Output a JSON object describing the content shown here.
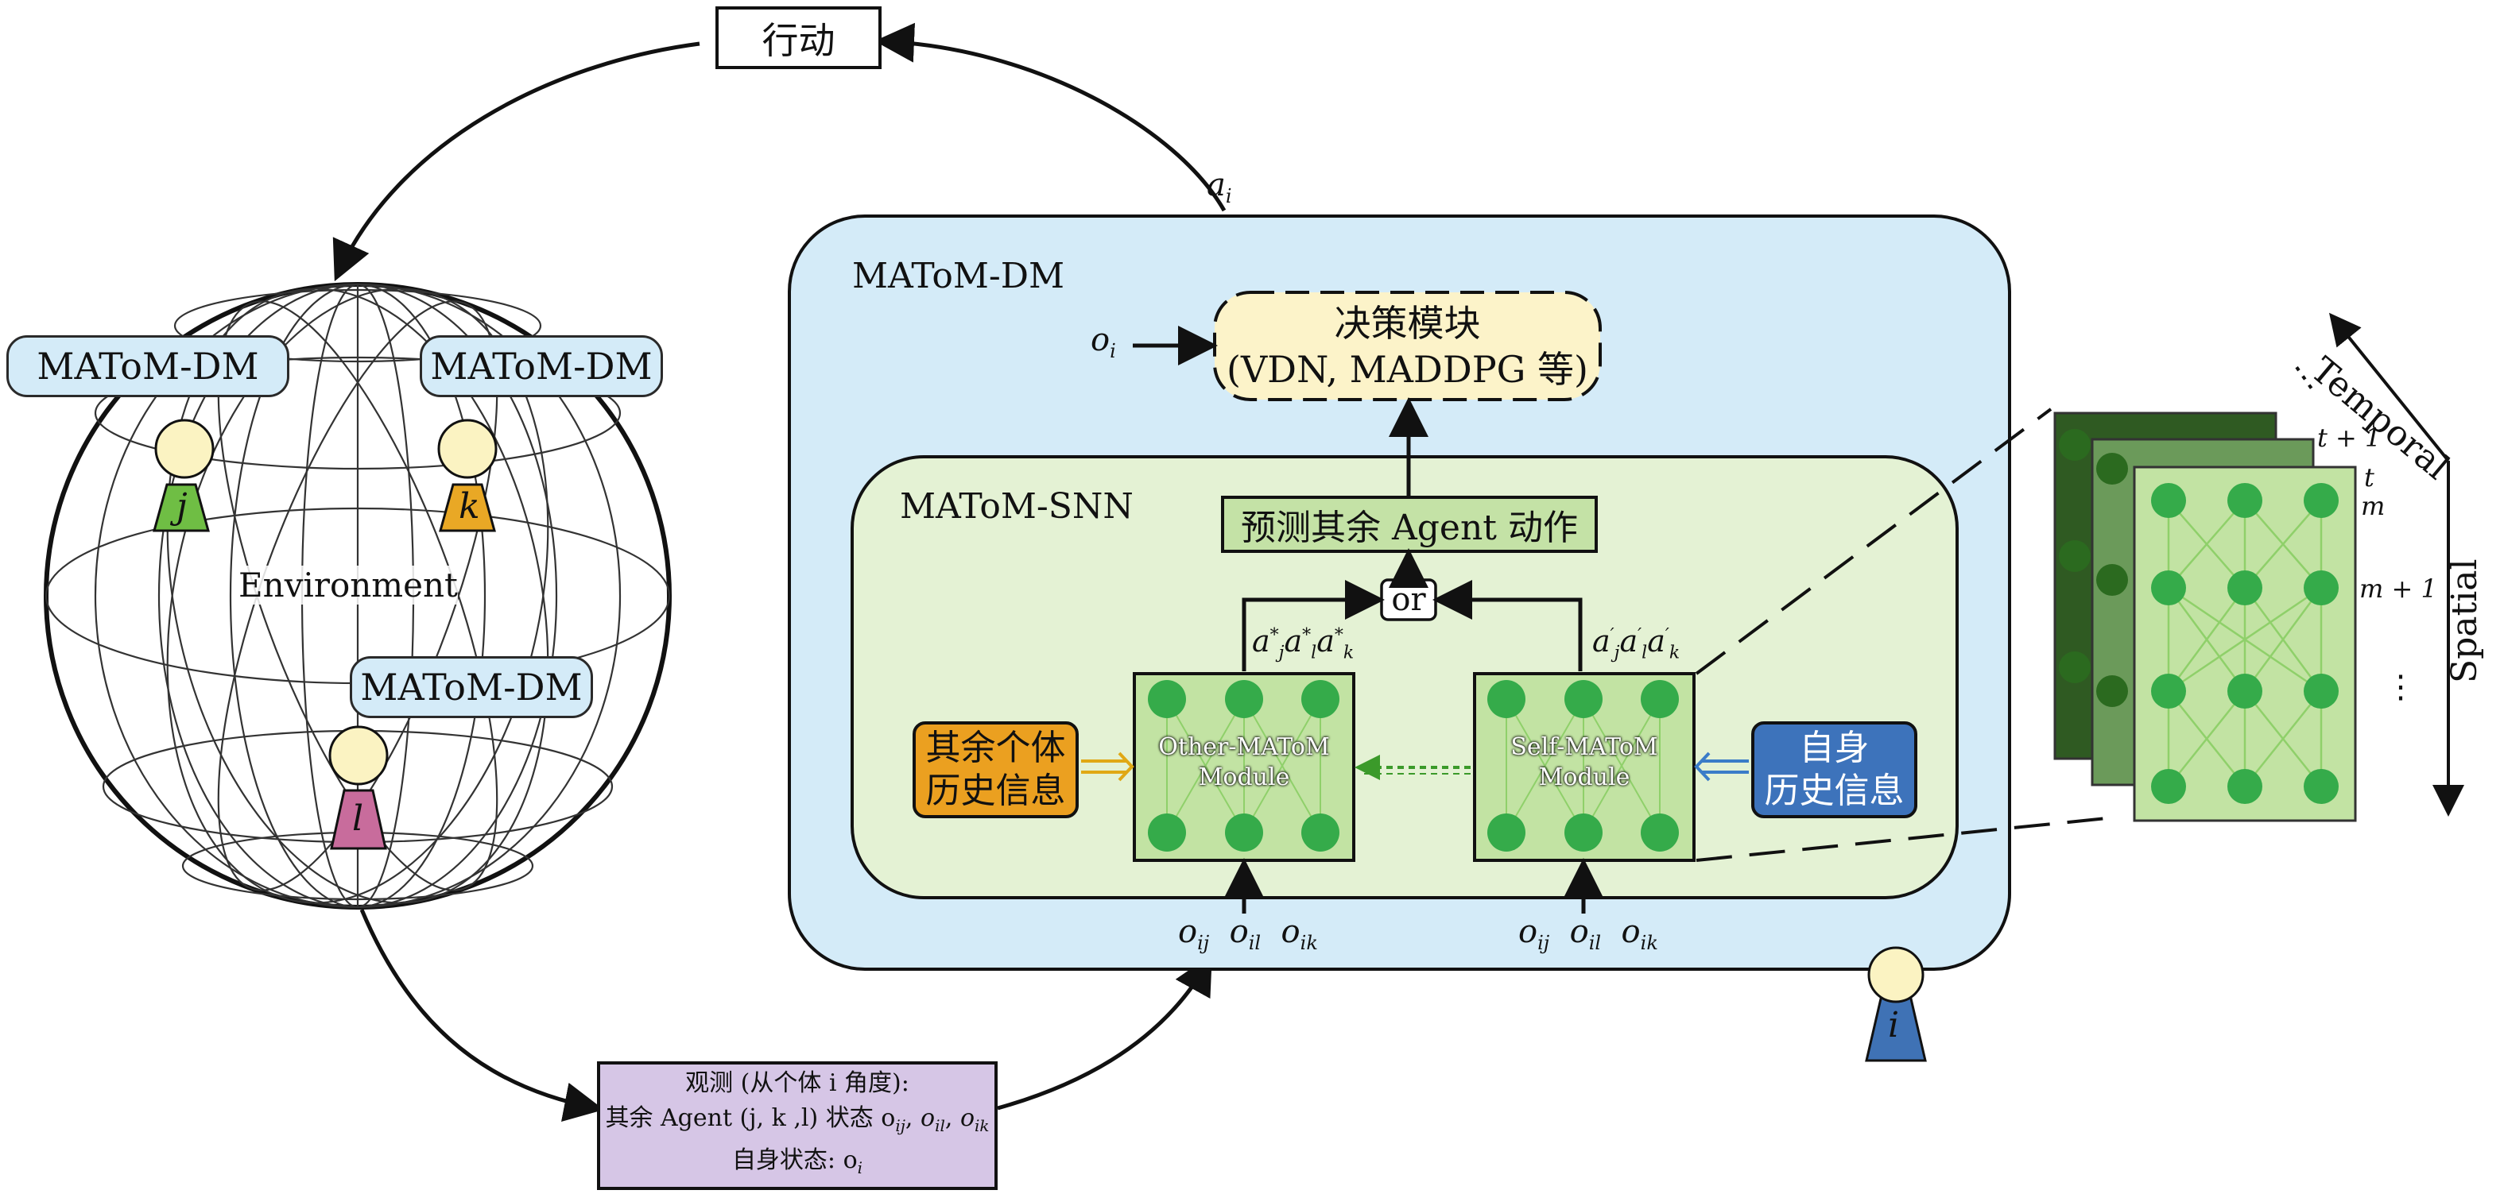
{
  "action_box": {
    "label": "行动"
  },
  "action_arrow_label": "a",
  "action_arrow_sub": "i",
  "environment": {
    "label": "Environment",
    "pill_labels": [
      "MAToM-DM",
      "MAToM-DM",
      "MAToM-DM"
    ],
    "agents": [
      {
        "letter": "j",
        "color": "#6fbe44"
      },
      {
        "letter": "k",
        "color": "#e9a825"
      },
      {
        "letter": "l",
        "color": "#c86c9c"
      }
    ]
  },
  "observation_box": {
    "line1": "观测 (从个体 i 角度):",
    "line2": "其余 Agent (j, k ,l) 状态 o",
    "line2_subs": [
      "ij",
      "il",
      "ik"
    ],
    "line3": "自身状态: o",
    "line3_sub": "i"
  },
  "matom_dm": {
    "title": "MAToM-DM",
    "input_label": "o",
    "input_sub": "i",
    "decision_line1": "决策模块",
    "decision_line2": "(VDN, MADDPG 等)"
  },
  "matom_snn": {
    "title": "MAToM-SNN",
    "predict_label": "预测其余 Agent 动作",
    "or_label": "or",
    "other_module": "Other-MAToM Module",
    "self_module": "Self-MAToM Module",
    "other_info_line1": "其余个体",
    "other_info_line2": "历史信息",
    "self_info_line1": "自身",
    "self_info_line2": "历史信息",
    "other_outputs": [
      "a*j",
      "a*l",
      "a*k"
    ],
    "self_outputs": [
      "a′j",
      "a′l",
      "a′k"
    ],
    "obs_inputs": [
      "o",
      "o",
      "o"
    ],
    "obs_subs": [
      "ij",
      "il",
      "ik"
    ]
  },
  "self_agent": {
    "letter": "i",
    "color": "#3f72b5"
  },
  "snn_detail": {
    "temporal_label": "Temporal",
    "spatial_label": "Spatial",
    "time_labels": [
      "t + 1",
      "t"
    ],
    "layer_labels": [
      "m",
      "m + 1"
    ],
    "ellipsis": "⋮"
  },
  "colors": {
    "dm_fill": "#d4ebf8",
    "snn_fill": "#e4f2d4",
    "decision_fill": "#fcf3c9",
    "predict_fill": "#c4e2a6",
    "module_fill": "#c2e3a3",
    "node_green": "#35ab4a",
    "orange": "#eba020",
    "blue": "#3d73bb",
    "purple": "#d6c6e6"
  }
}
